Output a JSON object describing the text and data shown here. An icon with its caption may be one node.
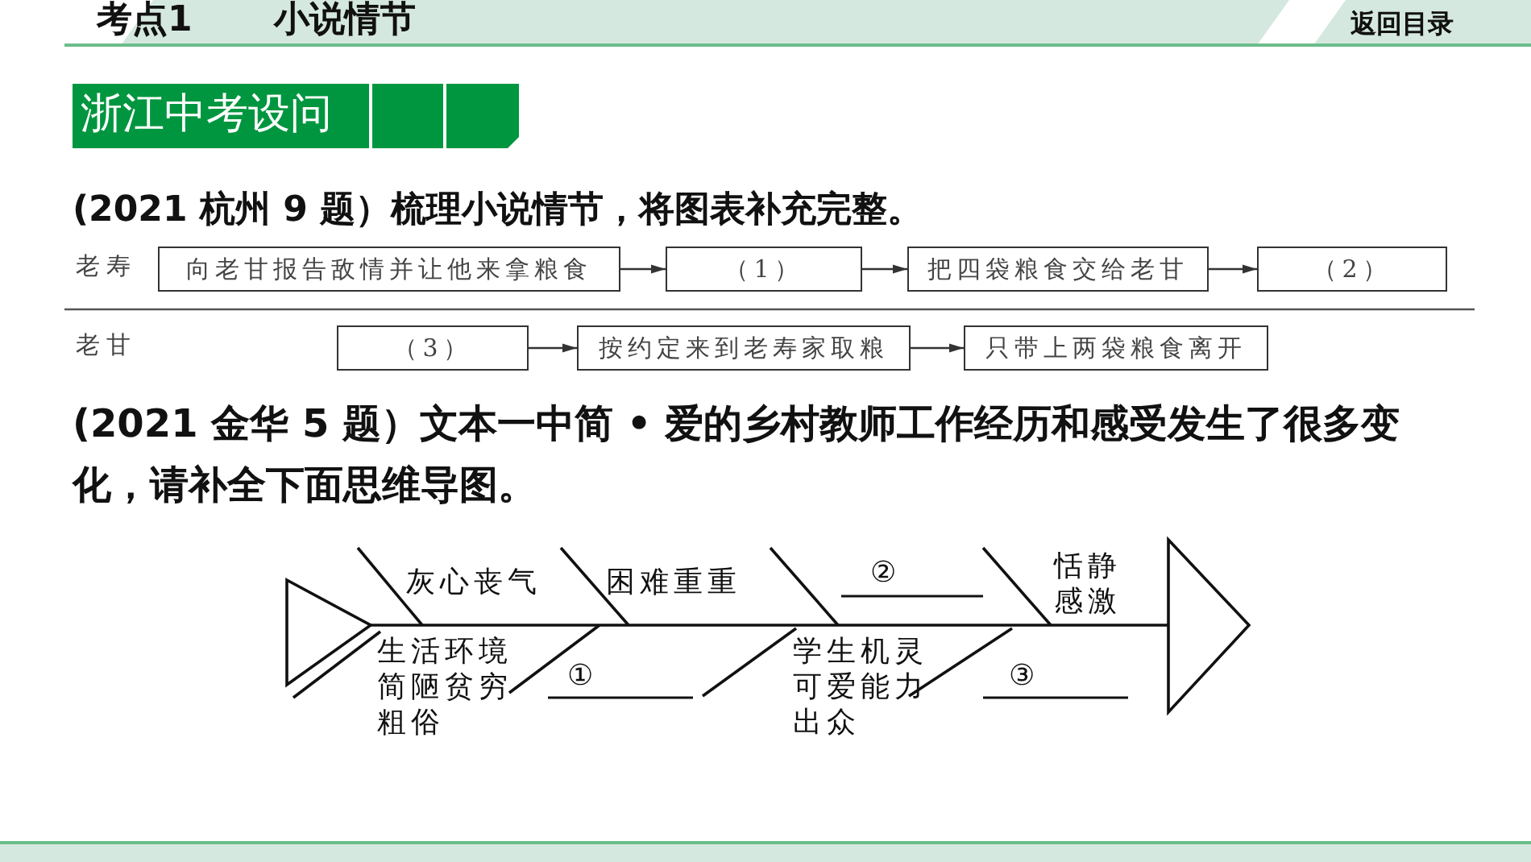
{
  "diagram": {
    "nodes": [
      {
        "text": [
          "向老甘报告敌情并让他来拿粮食"
        ]
      },
      {
        "text": [
          "（1）"
        ]
      },
      {
        "text": [
          "把四袋粮食交给老甘"
        ]
      },
      {
        "text": [
          "（2）"
        ]
      },
      {
        "text": [
          "（3）"
        ]
      },
      {
        "text": [
          "按约定来到老寿家取粮"
        ]
      },
      {
        "text": [
          "只带上两袋粮食离开"
        ]
      }
    ],
    "edges": [
      {
        "from": 0,
        "to": 1,
        "arrow": "to"
      },
      {
        "from": 1,
        "to": 2,
        "arrow": "to"
      },
      {
        "from": 2,
        "to": 3,
        "arrow": "to"
      },
      {
        "from": 4,
        "to": 5,
        "arrow": "to"
      },
      {
        "from": 5,
        "to": 6,
        "arrow": "to"
      }
    ],
    "labels": [
      "考点1",
      "小说情节",
      "返回目录",
      "浙江中考设问",
      "(2021 杭州 9 题）梳理小说情节，将图表补充完整。",
      "老寿",
      "老甘",
      "(2021 金华 5 题）文本一中简 • 爱的乡村教师工作经历和感受发生了很多变化，请补全下面思维导图。",
      "灰心丧气",
      "困难重重",
      "②",
      "恬静感激",
      "生活环境简陋贫穷粗俗",
      "①",
      "学生机灵可爱能力出众",
      "③"
    ]
  }
}
